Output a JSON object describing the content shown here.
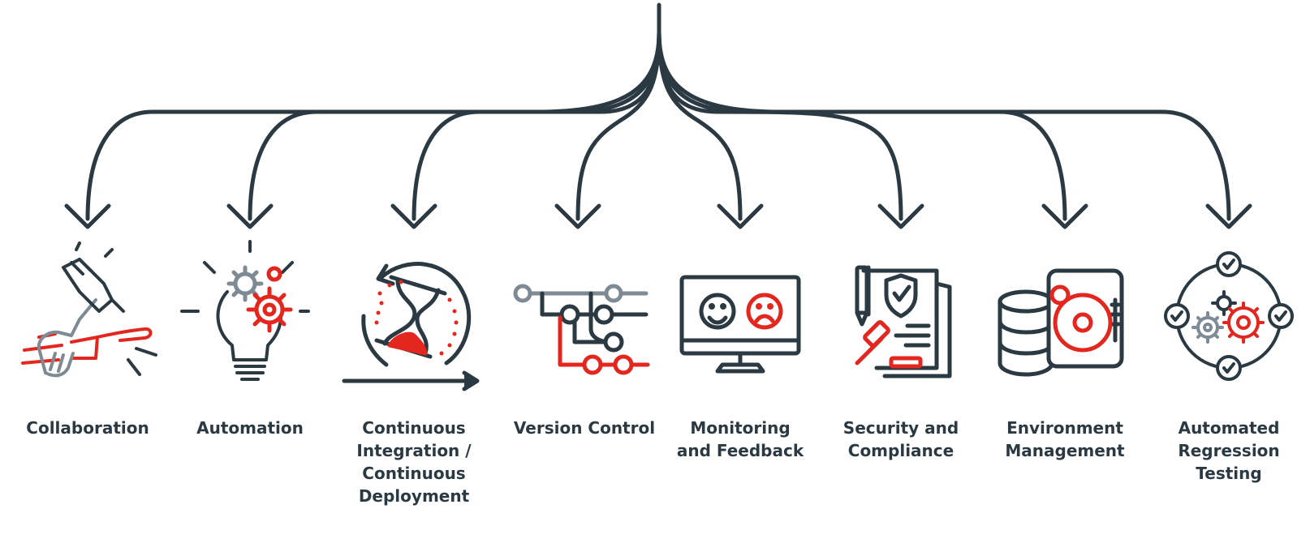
{
  "colors": {
    "dark": "#2b3942",
    "red": "#e3261e",
    "gray": "#7e8a94"
  },
  "items": [
    {
      "icon": "collaboration-hands-icon",
      "lines": [
        "Collaboration"
      ]
    },
    {
      "icon": "lightbulb-gears-icon",
      "lines": [
        "Automation"
      ]
    },
    {
      "icon": "hourglass-cycle-icon",
      "lines": [
        "Continuous",
        "Integration /",
        "Continuous",
        "Deployment"
      ]
    },
    {
      "icon": "branch-graph-icon",
      "lines": [
        "Version Control"
      ]
    },
    {
      "icon": "monitor-faces-icon",
      "lines": [
        "Monitoring",
        "and Feedback"
      ]
    },
    {
      "icon": "shield-gavel-document-icon",
      "lines": [
        "Security and",
        "Compliance"
      ]
    },
    {
      "icon": "database-disk-icon",
      "lines": [
        "Environment",
        "Management"
      ]
    },
    {
      "icon": "gears-checkmarks-icon",
      "lines": [
        "Automated",
        "Regression",
        "Testing"
      ]
    }
  ]
}
